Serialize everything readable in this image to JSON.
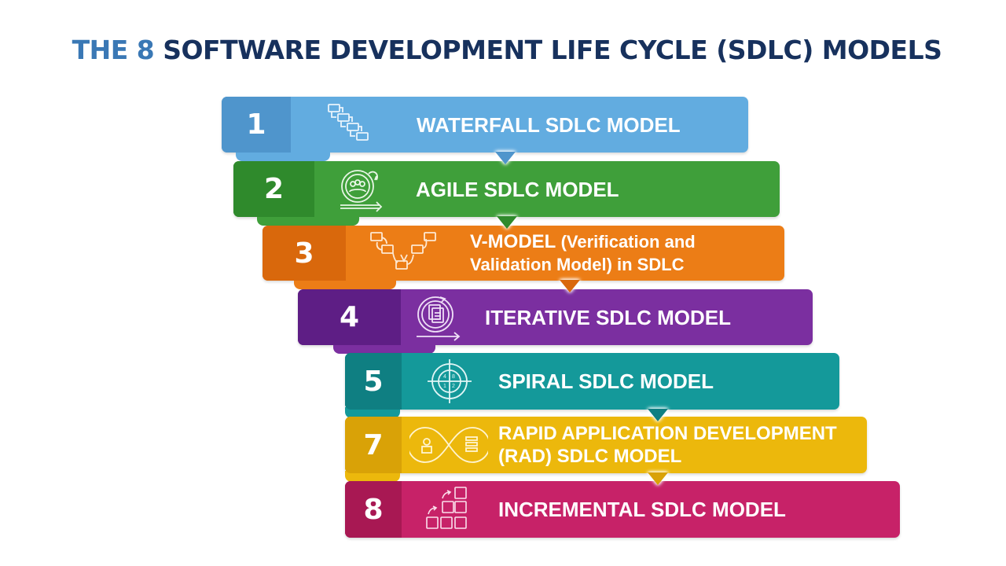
{
  "title": {
    "accent": "THE 8",
    "rest": "SOFTWARE DEVELOPMENT LIFE CYCLE (SDLC) MODELS",
    "accent_color": "#3a78b5",
    "color": "#17315d"
  },
  "models": [
    {
      "number": "1",
      "label": "WATERFALL SDLC MODEL",
      "icon": "waterfall-cascade-icon",
      "color": "#62ace0",
      "num_color": "#4f95cc"
    },
    {
      "number": "2",
      "label": "AGILE SDLC MODEL",
      "icon": "agile-team-cycle-icon",
      "color": "#3f9f3a",
      "num_color": "#2f8a2c"
    },
    {
      "number": "3",
      "label": "V-MODEL",
      "sublabel": "(Verification and Validation Model) in SDLC",
      "icon": "v-model-flow-icon",
      "color": "#ec7d16",
      "num_color": "#d9680c"
    },
    {
      "number": "4",
      "label": "ITERATIVE SDLC MODEL",
      "icon": "iterative-documents-cycle-icon",
      "color": "#7b2fa0",
      "num_color": "#5e1e85"
    },
    {
      "number": "5",
      "label": "SPIRAL SDLC MODEL",
      "icon": "spiral-quadrant-icon",
      "color": "#14999a",
      "num_color": "#0f7f82"
    },
    {
      "number": "7",
      "label": "RAPID APPLICATION DEVELOPMENT (RAD) SDLC MODEL",
      "icon": "rad-infinity-loop-icon",
      "color": "#ecb80c",
      "num_color": "#d9a207"
    },
    {
      "number": "8",
      "label": "INCREMENTAL SDLC MODEL",
      "icon": "incremental-blocks-icon",
      "color": "#c72268",
      "num_color": "#a81853"
    }
  ]
}
